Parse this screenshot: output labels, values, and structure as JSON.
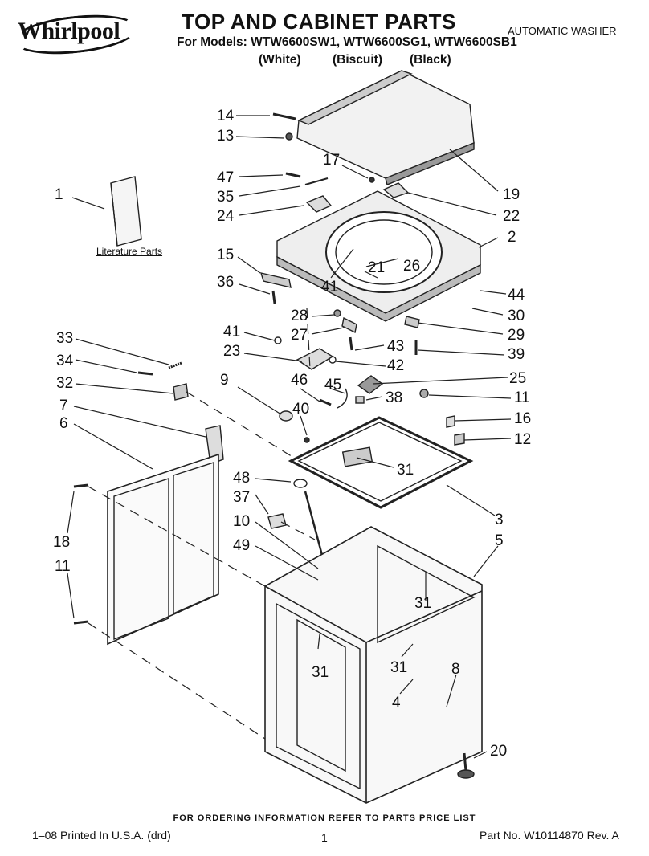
{
  "header": {
    "brand": "Whirlpool",
    "title": "TOP AND CABINET PARTS",
    "models_line": "For Models: WTW6600SW1, WTW6600SG1, WTW6600SB1",
    "colors": [
      "(White)",
      "(Biscuit)",
      "(Black)"
    ],
    "doc_type": "AUTOMATIC WASHER"
  },
  "diagram": {
    "literature_label": "Literature Parts",
    "callouts": [
      "14",
      "13",
      "17",
      "47",
      "35",
      "24",
      "19",
      "22",
      "2",
      "1",
      "15",
      "36",
      "21",
      "26",
      "41",
      "44",
      "30",
      "28",
      "41",
      "27",
      "29",
      "33",
      "43",
      "39",
      "23",
      "42",
      "34",
      "32",
      "46",
      "45",
      "25",
      "9",
      "38",
      "11",
      "40",
      "7",
      "16",
      "12",
      "6",
      "31",
      "48",
      "3",
      "37",
      "10",
      "5",
      "49",
      "18",
      "11",
      "31",
      "31",
      "8",
      "31",
      "4",
      "20"
    ]
  },
  "footer": {
    "note": "FOR ORDERING INFORMATION REFER TO PARTS PRICE LIST",
    "printed": "1–08 Printed In U.S.A. (drd)",
    "page": "1",
    "part_no": "Part No. W10114870 Rev. A"
  }
}
